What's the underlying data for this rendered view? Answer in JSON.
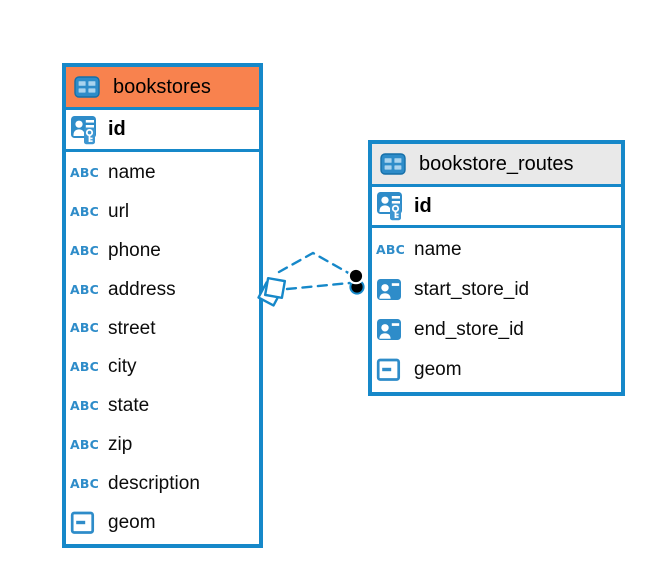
{
  "diagram": {
    "colors": {
      "accent_blue": "#1688C9",
      "bookstores_header": "#F8824E",
      "routes_header": "#E9E9E9",
      "link_marker_black": "#000000",
      "canvas_background": "#FFFFFF"
    },
    "icons": {
      "table_icon": "table-grid",
      "primary_key_icon": "person-key",
      "text_type_label": "ABC",
      "reference_icon": "person-card",
      "geometry_icon": "dash-square"
    },
    "tables": [
      {
        "name": "bookstores",
        "header_color": "#F8824E",
        "primary_key": {
          "name": "id"
        },
        "fields": [
          {
            "name": "name",
            "type": "text"
          },
          {
            "name": "url",
            "type": "text"
          },
          {
            "name": "phone",
            "type": "text"
          },
          {
            "name": "address",
            "type": "text"
          },
          {
            "name": "street",
            "type": "text"
          },
          {
            "name": "city",
            "type": "text"
          },
          {
            "name": "state",
            "type": "text"
          },
          {
            "name": "zip",
            "type": "text"
          },
          {
            "name": "description",
            "type": "text"
          },
          {
            "name": "geom",
            "type": "geometry"
          }
        ]
      },
      {
        "name": "bookstore_routes",
        "header_color": "#E9E9E9",
        "primary_key": {
          "name": "id"
        },
        "fields": [
          {
            "name": "name",
            "type": "text"
          },
          {
            "name": "start_store_id",
            "type": "reference"
          },
          {
            "name": "end_store_id",
            "type": "reference"
          },
          {
            "name": "geom",
            "type": "geometry"
          }
        ]
      }
    ],
    "relationships": [
      {
        "from": "bookstores",
        "to": "bookstore_routes",
        "style": "dashed"
      },
      {
        "from": "bookstores",
        "to": "bookstore_routes",
        "style": "dashed"
      }
    ]
  }
}
